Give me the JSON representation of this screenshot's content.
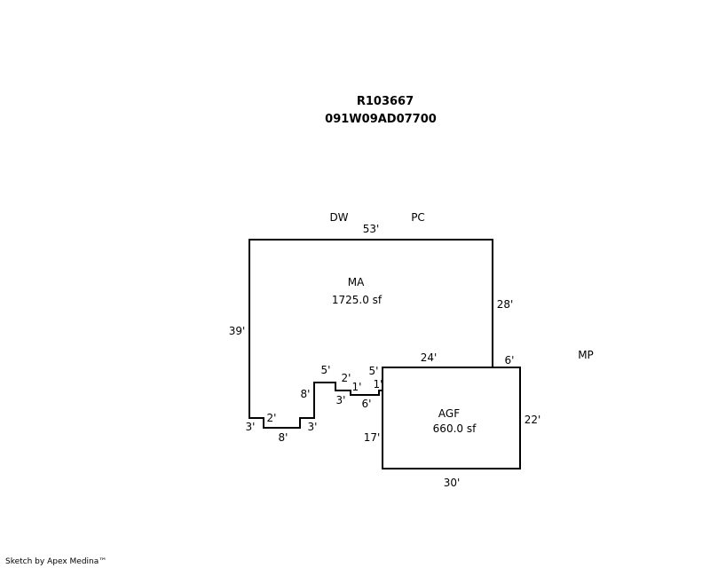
{
  "header": {
    "parcel_id": "R103667",
    "map_number": "091W09AD07700"
  },
  "labels": {
    "dw": "DW",
    "pc": "PC",
    "mp": "MP"
  },
  "areas": {
    "main": {
      "code": "MA",
      "size": "1725.0 sf"
    },
    "garage": {
      "code": "AGF",
      "size": "660.0 sf"
    }
  },
  "dimensions": {
    "main_top": "53'",
    "main_right": "28'",
    "main_left": "39'",
    "garage_top": "24'",
    "garage_top_right": "6'",
    "garage_right": "22'",
    "garage_bottom": "30'",
    "garage_left": "17'",
    "step_3a": "3'",
    "step_2a": "2'",
    "step_8a": "8'",
    "step_3b": "3'",
    "step_8b": "8'",
    "step_5a": "5'",
    "step_2b": "2'",
    "step_3c": "3'",
    "step_1a": "1'",
    "step_6": "6'",
    "step_1b": "1'",
    "step_5b": "5'"
  },
  "footer": {
    "credit": "Sketch by Apex Medina™"
  }
}
